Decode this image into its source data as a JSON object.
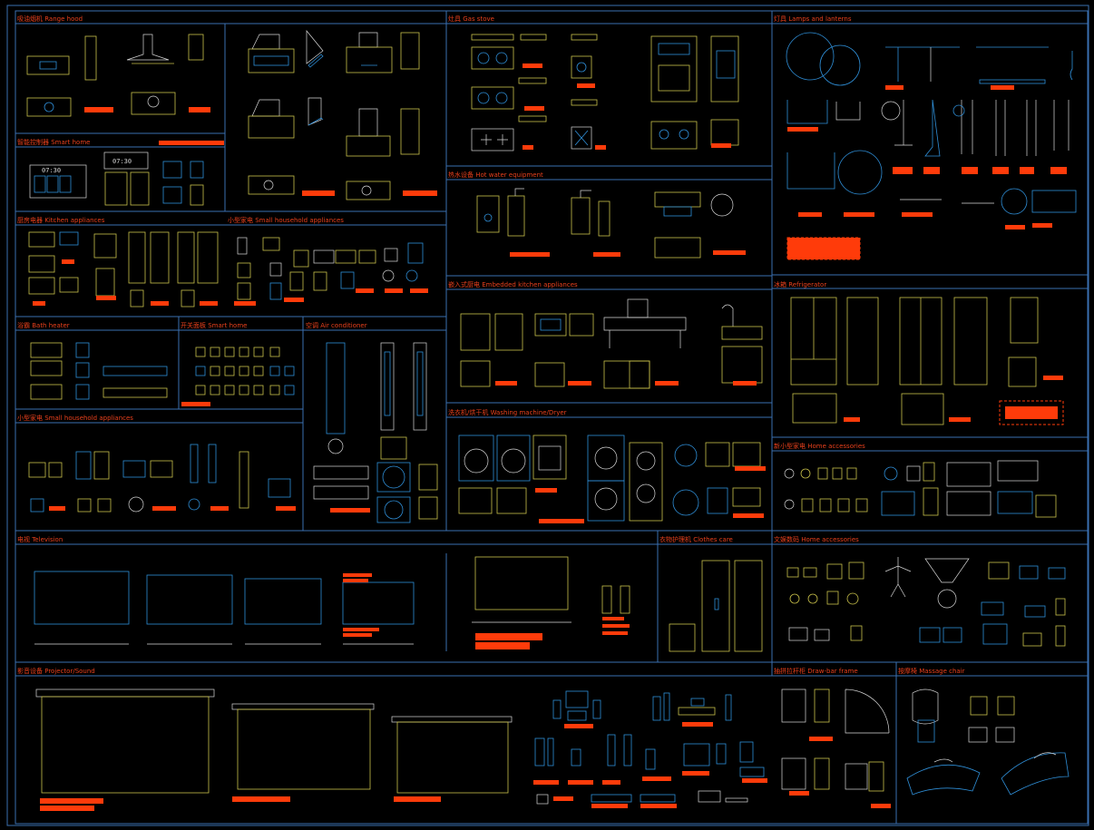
{
  "colors": {
    "background": "#000000",
    "border": "#3a6fb0",
    "label": "#e8401c",
    "tag": "#ff3b0a",
    "line_yellow": "#c9c14a",
    "line_cyan": "#2f8fd8"
  },
  "sections": {
    "range_hood": "吸油烟机 Range hood",
    "gas_stove": "灶具 Gas stove",
    "lamps": "灯具 Lamps and lanterns",
    "smart_home_1": "智能控制器 Smart home",
    "hot_water": "热水设备 Hot water equipment",
    "kitchen_appliances": "厨房电器 Kitchen appliances",
    "small_household_1": "小型家电 Small household appliances",
    "embedded_kitchen": "嵌入式厨电 Embedded kitchen appliances",
    "refrigerator": "冰箱 Refrigerator",
    "bath_heater": "浴霸 Bath heater",
    "smart_home_2": "开关面板 Smart home",
    "air_conditioner": "空调 Air conditioner",
    "washing": "洗衣机/烘干机 Washing machine/Dryer",
    "small_household_2": "小型家电 Small household appliances",
    "home_accessories_1": "新小型家电 Home accessories",
    "television": "电视 Television",
    "clothes_care": "衣物护理机 Clothes care",
    "home_accessories_2": "文娱数码 Home accessories",
    "projector": "影音设备 Projector/Sound",
    "drawbar": "抽拼拉杆柜 Draw-bar frame",
    "massage": "按摩椅 Massage chair"
  },
  "readouts": {
    "clock_1": "07:30",
    "clock_2": "07:30"
  }
}
